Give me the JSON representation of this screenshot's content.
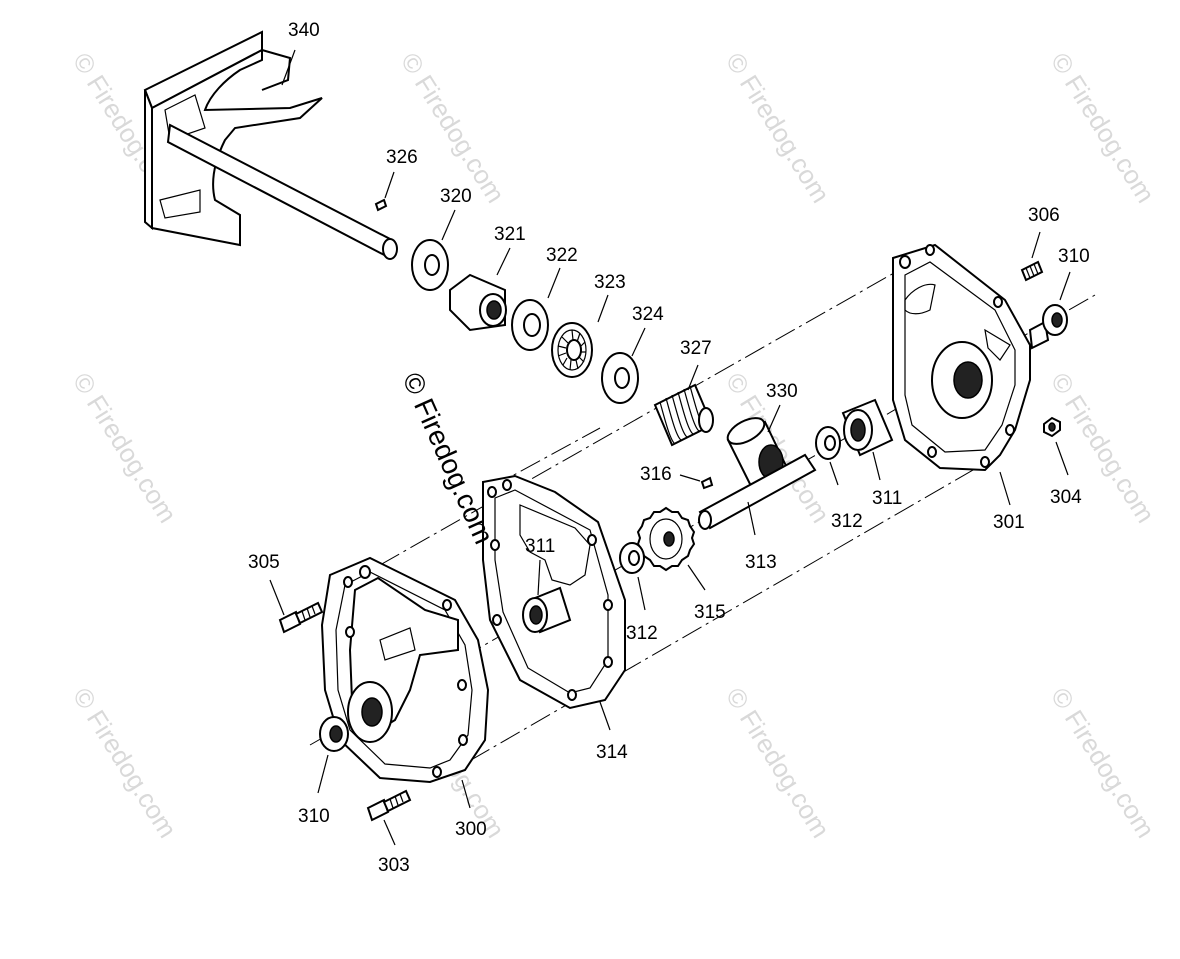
{
  "watermark": {
    "text": "© Firedog.com",
    "main_text": "© Firedog.com"
  },
  "parts": [
    {
      "id": "p340",
      "label": "340"
    },
    {
      "id": "p326",
      "label": "326"
    },
    {
      "id": "p320",
      "label": "320"
    },
    {
      "id": "p321",
      "label": "321"
    },
    {
      "id": "p322",
      "label": "322"
    },
    {
      "id": "p323",
      "label": "323"
    },
    {
      "id": "p324",
      "label": "324"
    },
    {
      "id": "p327",
      "label": "327"
    },
    {
      "id": "p330",
      "label": "330"
    },
    {
      "id": "p316",
      "label": "316"
    },
    {
      "id": "p313",
      "label": "313"
    },
    {
      "id": "p312a",
      "label": "312"
    },
    {
      "id": "p311a",
      "label": "311"
    },
    {
      "id": "p301",
      "label": "301"
    },
    {
      "id": "p304",
      "label": "304"
    },
    {
      "id": "p306",
      "label": "306"
    },
    {
      "id": "p310a",
      "label": "310"
    },
    {
      "id": "p305",
      "label": "305"
    },
    {
      "id": "p311b",
      "label": "311"
    },
    {
      "id": "p312b",
      "label": "312"
    },
    {
      "id": "p315",
      "label": "315"
    },
    {
      "id": "p314",
      "label": "314"
    },
    {
      "id": "p310b",
      "label": "310"
    },
    {
      "id": "p300",
      "label": "300"
    },
    {
      "id": "p303",
      "label": "303"
    }
  ]
}
